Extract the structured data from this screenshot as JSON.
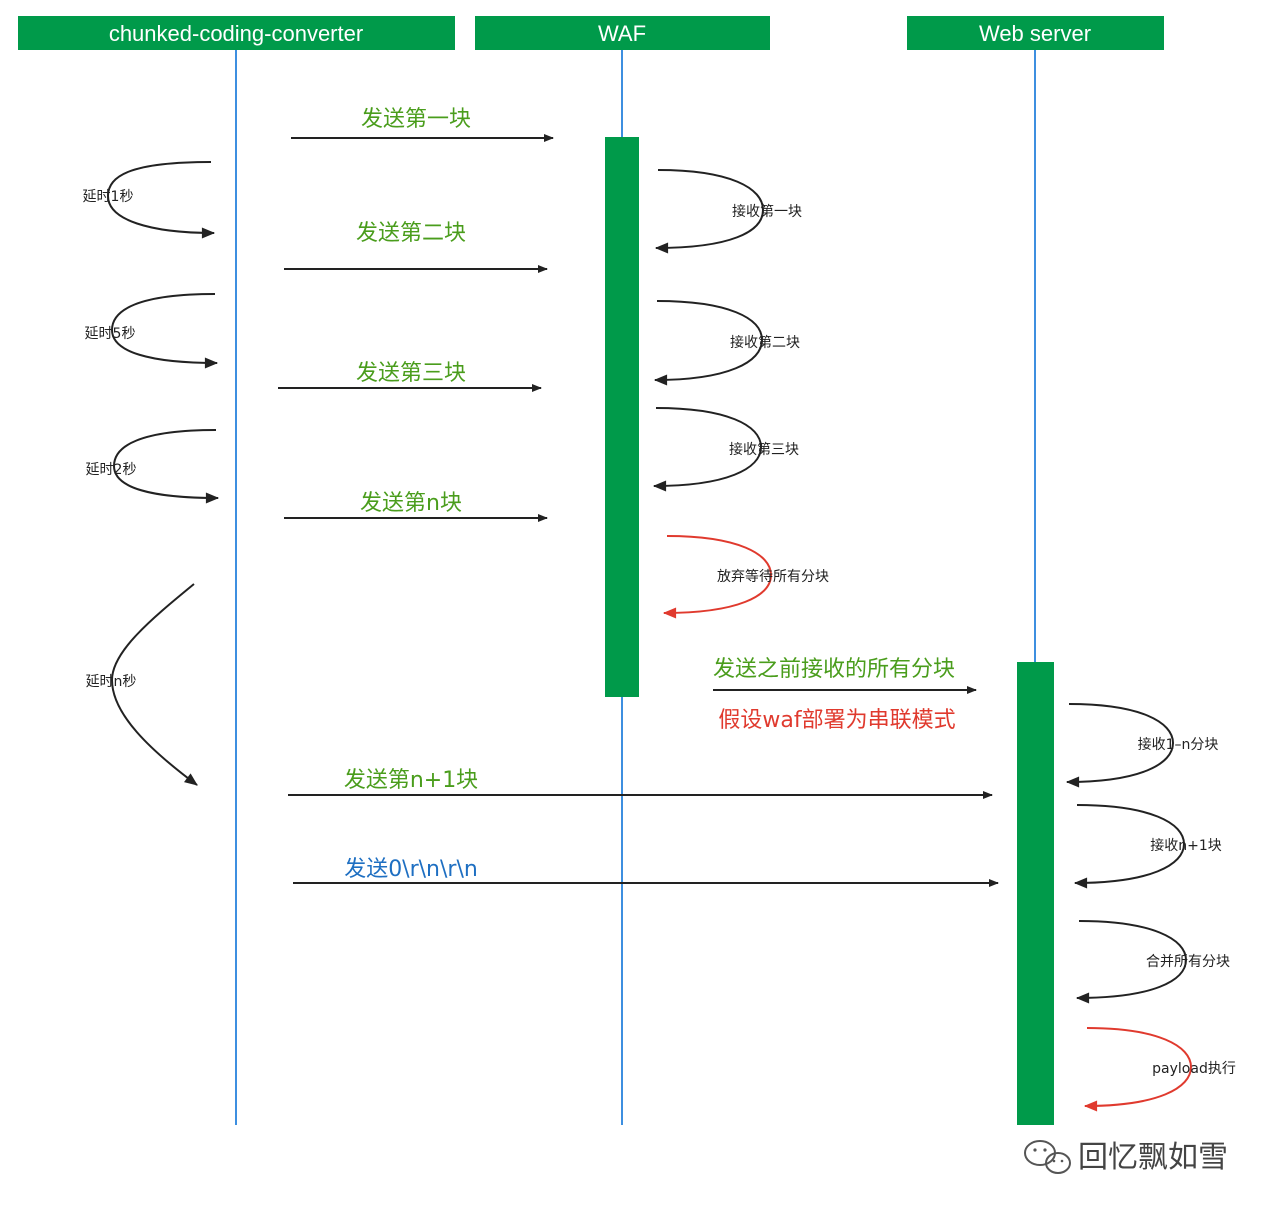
{
  "colors": {
    "header_green": "#009a4a",
    "activation_green": "#009a4a",
    "lifeline_blue": "#3d8fe0",
    "arrow_dark": "#222222",
    "text_green": "#4a9d1c",
    "text_blue": "#1e6fc2",
    "text_red": "#e03a2e"
  },
  "participants": {
    "converter": "chunked-coding-converter",
    "waf": "WAF",
    "server": "Web server"
  },
  "messages": {
    "send1": "发送第一块",
    "send2": "发送第二块",
    "send3": "发送第三块",
    "sendn": "发送第n块",
    "send_prev": "发送之前接收的所有分块",
    "serial_note": "假设waf部署为串联模式",
    "sendn1": "发送第n+1块",
    "send_end": "发送0\\r\\n\\r\\n"
  },
  "delays": {
    "d1": "延时1秒",
    "d5": "延时5秒",
    "d2": "延时2秒",
    "dn": "延时n秒"
  },
  "waf_notes": {
    "r1": "接收第一块",
    "r2": "接收第二块",
    "r3": "接收第三块",
    "give_up": "放弃等待所有分块"
  },
  "server_notes": {
    "r1n": "接收1–n分块",
    "rn1": "接收n+1块",
    "merge": "合并所有分块",
    "exec": "payload执行"
  },
  "watermark": {
    "text": "回忆飘如雪",
    "icon": "wechat-icon"
  }
}
